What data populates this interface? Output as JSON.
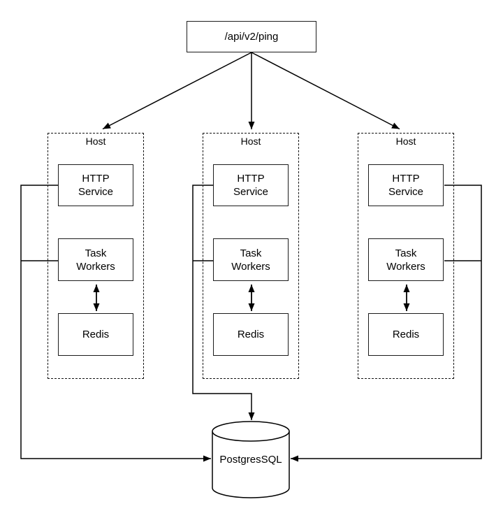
{
  "entry_box": {
    "label": "/api/v2/ping"
  },
  "hosts": [
    {
      "label": "Host",
      "http_service_label": "HTTP Service",
      "task_workers_label": "Task Workers",
      "redis_label": "Redis"
    },
    {
      "label": "Host",
      "http_service_label": "HTTP Service",
      "task_workers_label": "Task Workers",
      "redis_label": "Redis"
    },
    {
      "label": "Host",
      "http_service_label": "HTTP Service",
      "task_workers_label": "Task Workers",
      "redis_label": "Redis"
    }
  ],
  "database": {
    "label": "PostgresSQL"
  },
  "colors": {
    "stroke": "#000000",
    "background": "#ffffff",
    "node_fill": "#ffffff"
  }
}
